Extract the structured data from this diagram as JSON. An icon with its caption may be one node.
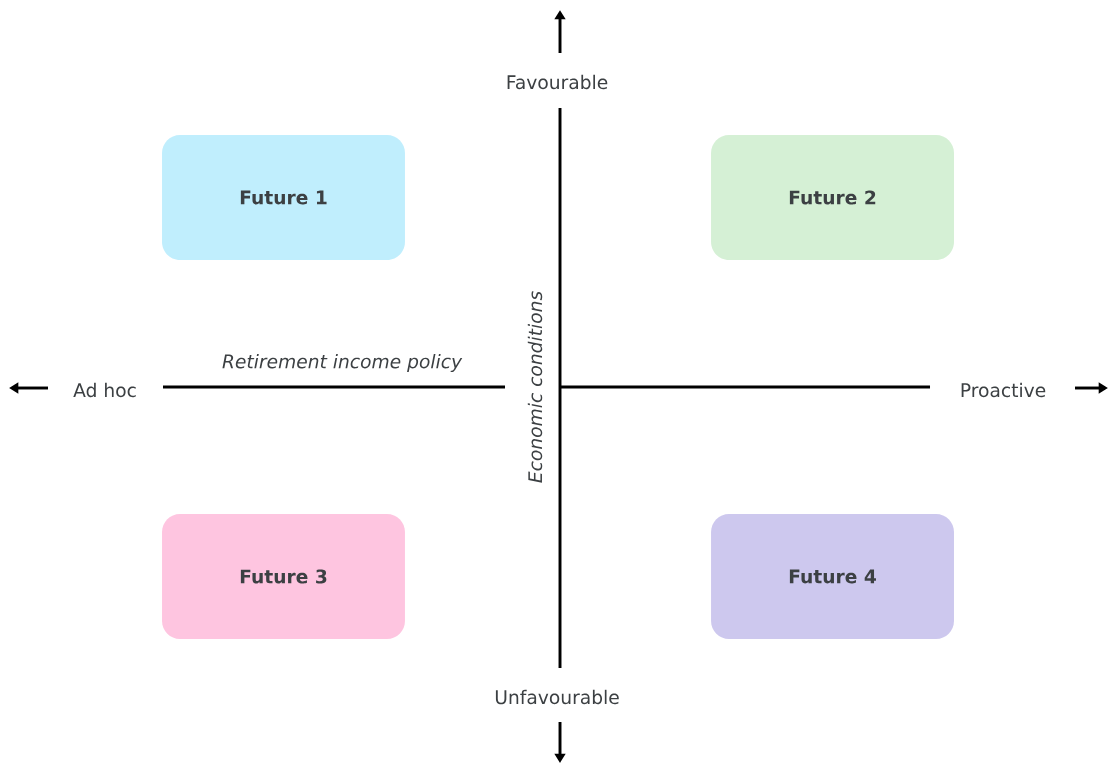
{
  "diagram": {
    "nodes": [
      {
        "text": [
          "Future 1"
        ]
      },
      {
        "text": [
          "Future 2"
        ]
      },
      {
        "text": [
          "Future 3"
        ]
      },
      {
        "text": [
          "Future 4"
        ]
      }
    ],
    "labels": [
      "Favourable",
      "Retirement income policy",
      "Ad hoc",
      "Economic conditions",
      "Proactive",
      "Unfavourable"
    ]
  }
}
